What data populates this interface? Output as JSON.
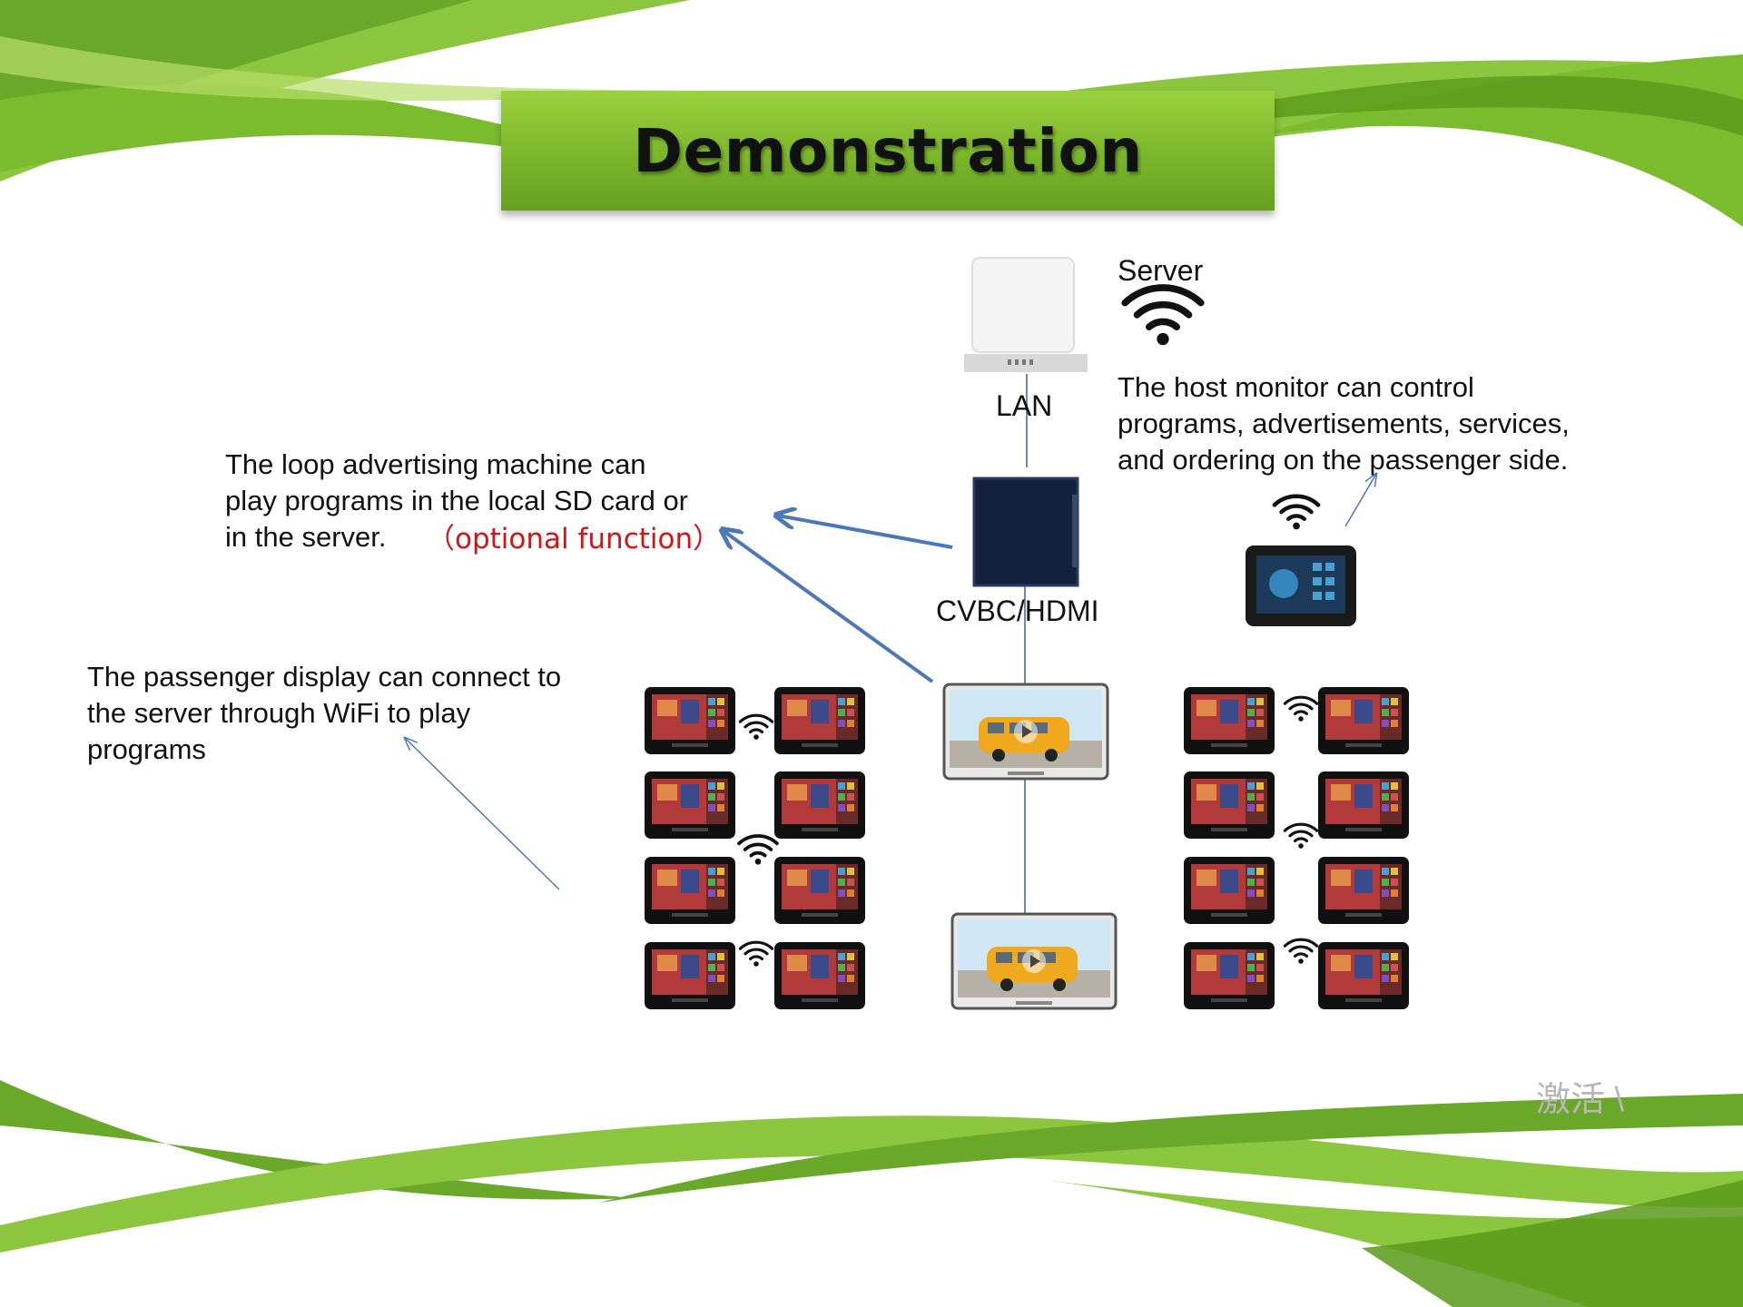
{
  "title": "Demonstration",
  "labels": {
    "server": "Server",
    "lan": "LAN",
    "cvbc_hdmi": "CVBC/HDMI"
  },
  "host_note": [
    "The host monitor can control",
    "programs, advertisements, services,",
    "and ordering on the passenger side."
  ],
  "loop_note": [
    "The loop advertising machine can",
    "play programs in the local SD card or",
    "in the server."
  ],
  "loop_optional": "（optional function）",
  "passenger_note": [
    "The passenger display can connect to",
    "the server through WiFi to play",
    "programs"
  ],
  "watermark": "激活 \\",
  "colors": {
    "banner_green": "#7bb52a",
    "swoosh_light": "#8cc63f",
    "swoosh_dark": "#5a9a1a",
    "arrow_blue": "#4a78b8",
    "optional_red": "#d41414"
  },
  "icons": [
    "wifi-icon",
    "router-device",
    "media-player-box",
    "host-monitor",
    "passenger-screen",
    "bus-display"
  ]
}
